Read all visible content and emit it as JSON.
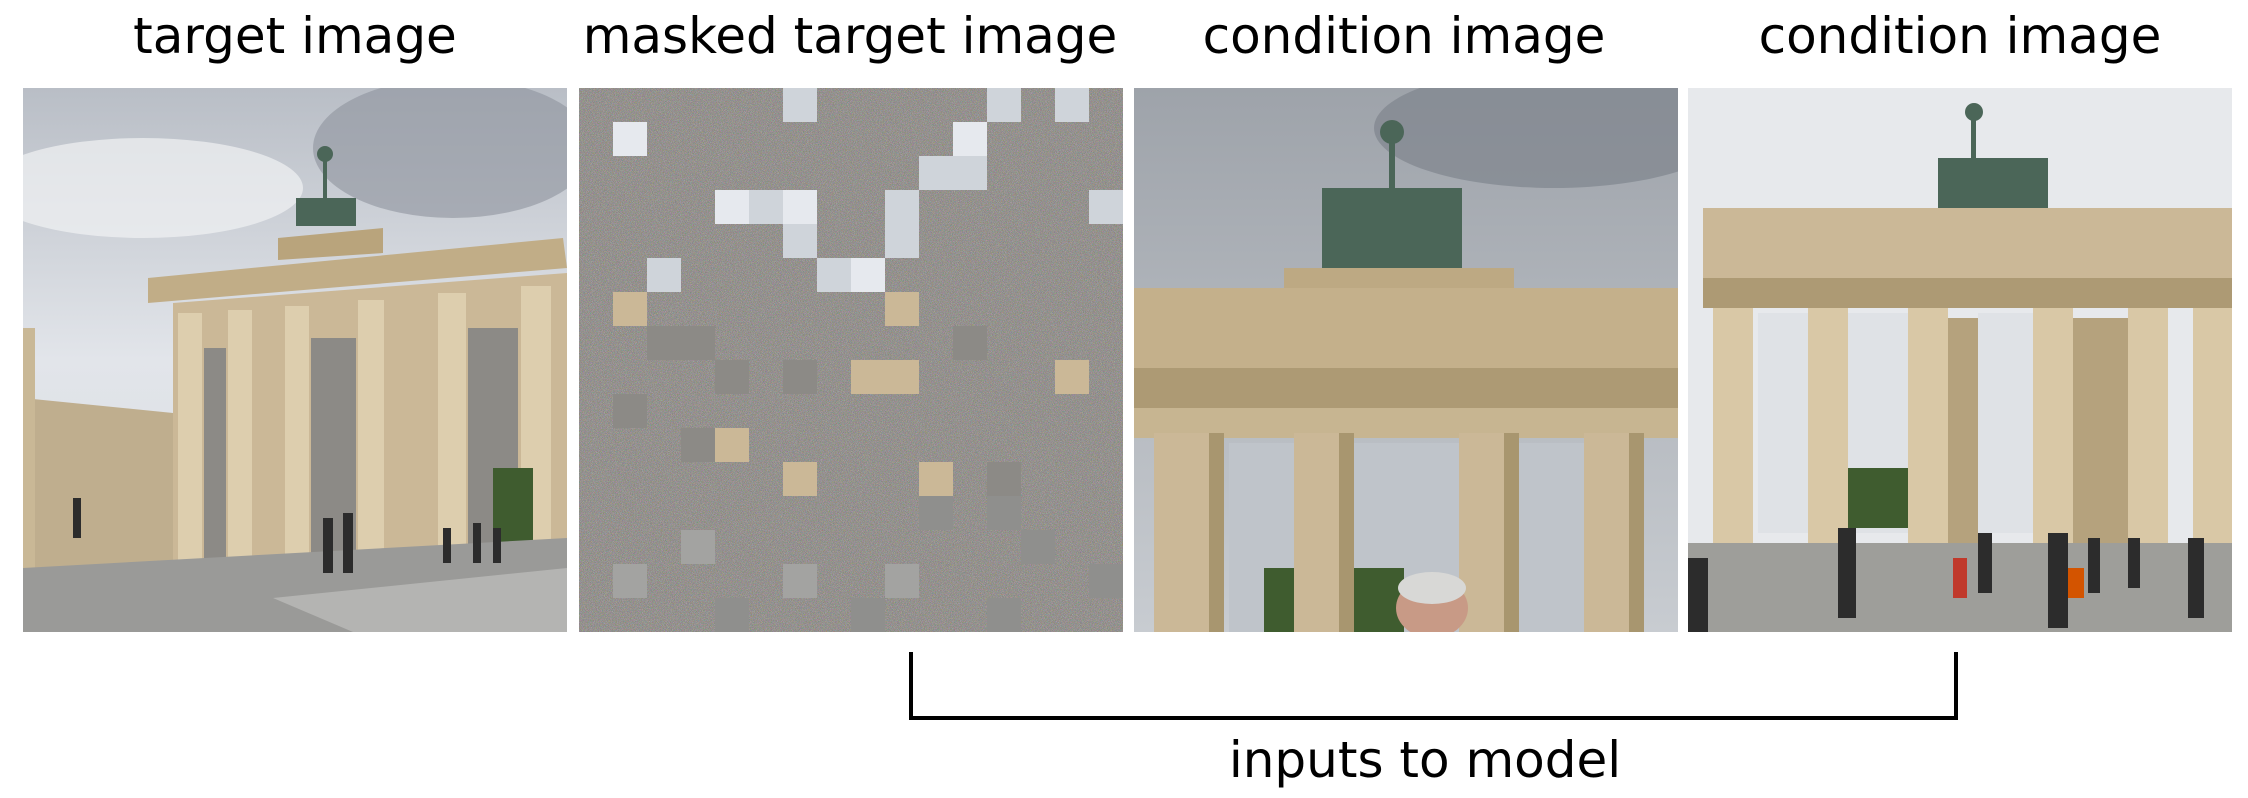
{
  "panels": [
    {
      "title": "target image"
    },
    {
      "title": "masked target image"
    },
    {
      "title": "condition image"
    },
    {
      "title": "condition image"
    }
  ],
  "bracket_label": "inputs to model",
  "colors": {
    "sky_light": "#dfe3e8",
    "sky_dark": "#9aa0a8",
    "stone": "#cbb897",
    "stone_shadow": "#a8966f",
    "ground": "#9a9a98",
    "statue": "#4b6658",
    "trees": "#3f5c2f",
    "bracket": "#000000"
  }
}
